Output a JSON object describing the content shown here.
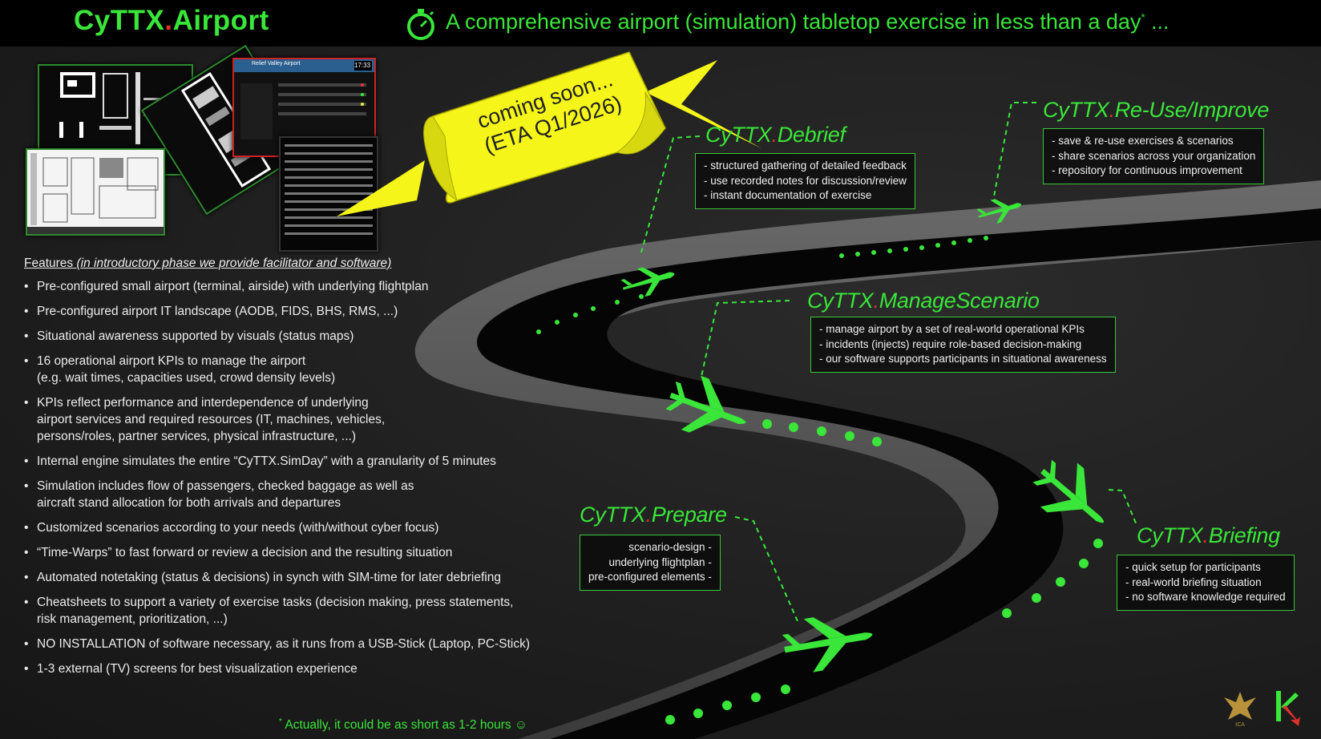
{
  "header": {
    "brand_prefix": "CyTTX",
    "brand_dot": ".",
    "brand_suffix": "Airport",
    "tagline": "A comprehensive airport (simulation) tabletop exercise in less than a day",
    "tagline_sup": "*",
    "tagline_tail": " ...",
    "stopwatch_icon": "stopwatch-icon"
  },
  "banner": {
    "line1": "coming soon...",
    "line2": "(ETA Q1/2026)",
    "color": "#f5f51a"
  },
  "screenshot_preview": {
    "panel_title": "Relief Valley Airport",
    "clock": "17:33"
  },
  "features": {
    "title_plain": "Features",
    "title_italic": "(in introductory phase we provide facilitator and software)",
    "items": [
      "Pre-configured small airport (terminal, airside) with underlying flightplan",
      "Pre-configured airport IT landscape (AODB, FIDS, BHS, RMS, ...)",
      "Situational awareness supported by visuals (status maps)",
      "16 operational airport KPIs to manage the airport\n(e.g. wait times, capacities used, crowd density levels)",
      "KPIs reflect performance and interdependence of underlying\nairport services and required resources (IT, machines, vehicles,\npersons/roles, partner services, physical infrastructure, ...)",
      "Internal engine simulates the entire “CyTTX.SimDay” with a granularity of 5 minutes",
      "Simulation includes flow of passengers, checked baggage as well as\naircraft stand allocation for both arrivals and departures",
      "Customized scenarios according to your needs (with/without cyber focus)",
      "“Time-Warps” to fast forward or review a decision and the resulting situation",
      "Automated notetaking (status & decisions) in synch with SIM-time for later debriefing",
      "Cheatsheets to support a variety of exercise tasks (decision making, press statements,\nrisk management, prioritization, ...)",
      "NO INSTALLATION of software necessary, as it runs from a USB-Stick (Laptop, PC-Stick)",
      "1-3 external (TV) screens for best visualization experience"
    ]
  },
  "footnote": {
    "sup": "*",
    "text": " Actually, it could be as short as 1-2 hours ☺"
  },
  "stages": {
    "prefix": "CyTTX",
    "dot": ".",
    "prepare": {
      "name": "Prepare",
      "lines": [
        "scenario-design -",
        "underlying flightplan -",
        "pre-configured elements -"
      ]
    },
    "briefing": {
      "name": "Briefing",
      "lines": [
        "- quick setup for participants",
        "- real-world briefing situation",
        "- no software knowledge required"
      ]
    },
    "manage": {
      "name": "ManageScenario",
      "lines": [
        "- manage airport by a set of real-world operational KPIs",
        "- incidents (injects) require role-based decision-making",
        "- our software supports participants in situational awareness"
      ]
    },
    "debrief": {
      "name": "Debrief",
      "lines": [
        "- structured gathering of detailed feedback",
        "- use recorded notes for discussion/review",
        "- instant documentation of exercise"
      ]
    },
    "reuse": {
      "name": "Re-Use/Improve",
      "lines": [
        "- save & re-use exercises & scenarios",
        "- share scenarios across your organization",
        "- repository for continuous improvement"
      ]
    }
  },
  "logos": {
    "left_icon": "phoenix-logo-icon",
    "left_text": "ICA",
    "right_icon": "k-arrow-logo-icon"
  },
  "colors": {
    "accent_green": "#39e639",
    "red_dot": "#e0302a",
    "road": "#050505",
    "banner_yellow": "#f5f51a"
  }
}
